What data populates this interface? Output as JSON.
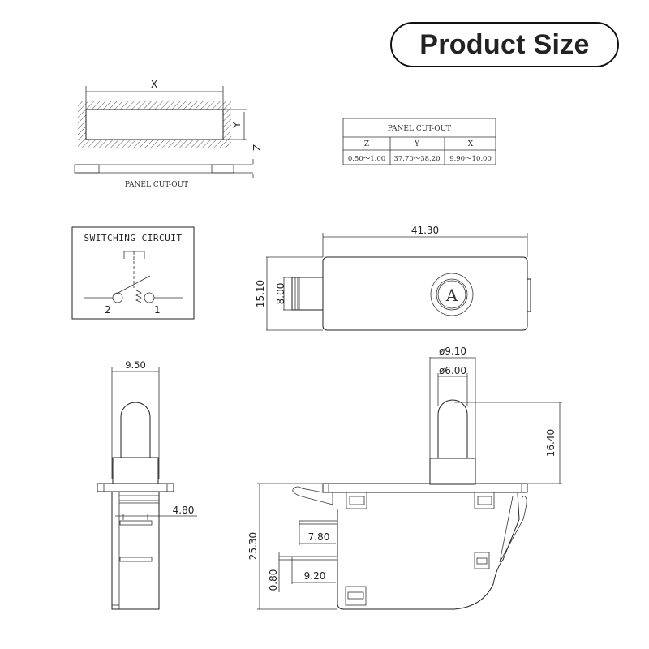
{
  "title": "Product Size",
  "panel_cutout": {
    "labels": {
      "x": "X",
      "y": "Y",
      "z": "Z",
      "caption": "PANEL CUT-OUT"
    },
    "table": {
      "title": "PANEL CUT-OUT",
      "headers": [
        "Z",
        "Y",
        "X"
      ],
      "values": [
        "0.50～1.00",
        "37.70～38.20",
        "9.90～10.00"
      ]
    }
  },
  "switching_circuit": {
    "title": "SWITCHING CIRCUIT",
    "terminal_left": "2",
    "terminal_right": "1"
  },
  "top_view": {
    "length": "41.30",
    "height": "15.10",
    "plunger_height": "8.00",
    "marking": "A"
  },
  "side_view": {
    "width": "9.50",
    "terminal_gap": "4.80"
  },
  "front_view": {
    "outer_diameter": "ø9.10",
    "inner_diameter": "ø6.00",
    "plunger_height": "16.40",
    "body_height": "25.30",
    "terminal_1_length": "7.80",
    "terminal_2_length": "9.20",
    "terminal_thickness": "0.80"
  }
}
